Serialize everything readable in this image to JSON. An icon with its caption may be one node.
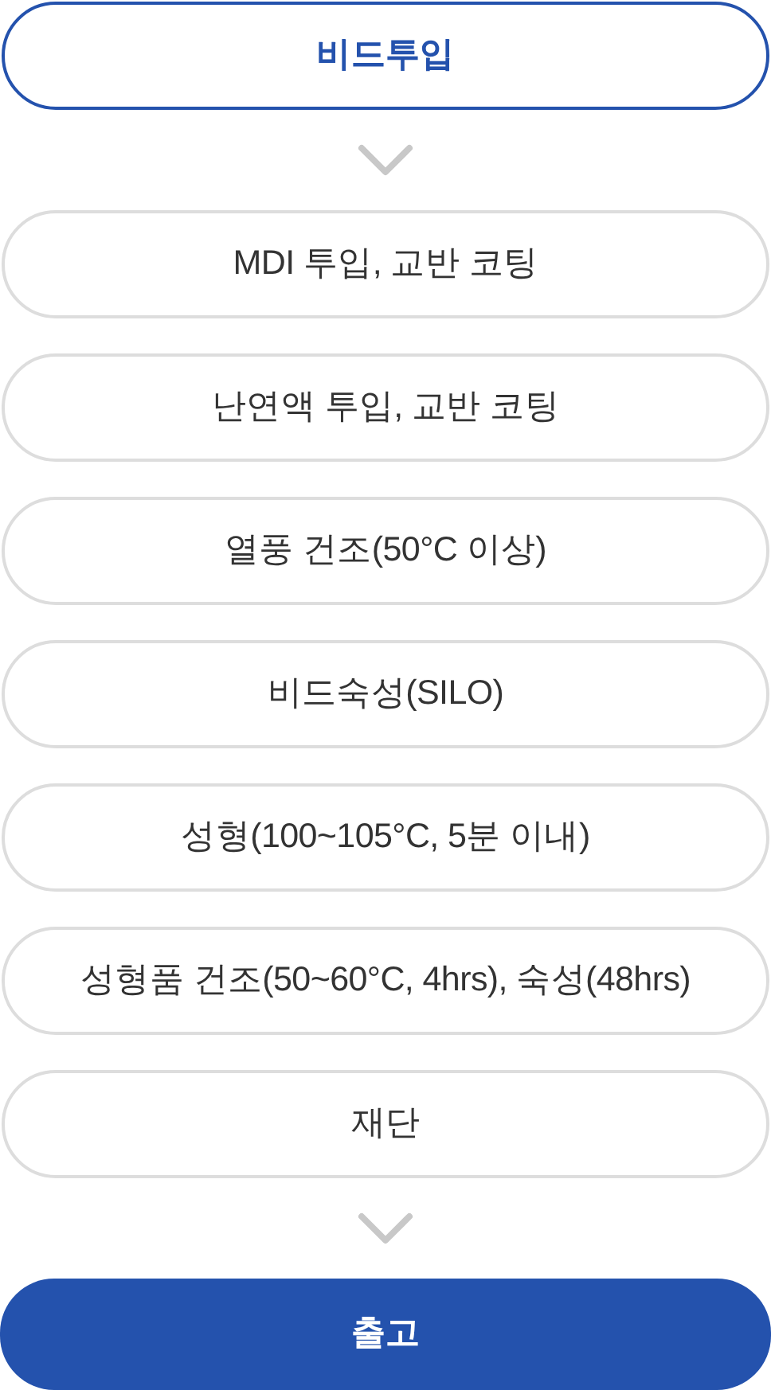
{
  "diagram": {
    "nodes": [
      {
        "text": [
          "비드투입"
        ]
      },
      {
        "text": [
          "MDI 투입, 교반 코팅"
        ]
      },
      {
        "text": [
          "난연액 투입, 교반 코팅"
        ]
      },
      {
        "text": [
          "열풍 건조(50°C 이상)"
        ]
      },
      {
        "text": [
          "비드숙성(SILO)"
        ]
      },
      {
        "text": [
          "성형(100~105°C, 5분 이내)"
        ]
      },
      {
        "text": [
          "성형품 건조(50~60°C, 4hrs), 숙성(48hrs)"
        ]
      },
      {
        "text": [
          "재단"
        ]
      },
      {
        "text": [
          "출고"
        ]
      }
    ],
    "edges": [
      {
        "from": 0,
        "to": 1,
        "arrow": "to"
      },
      {
        "from": 7,
        "to": 8,
        "arrow": "to"
      }
    ]
  }
}
